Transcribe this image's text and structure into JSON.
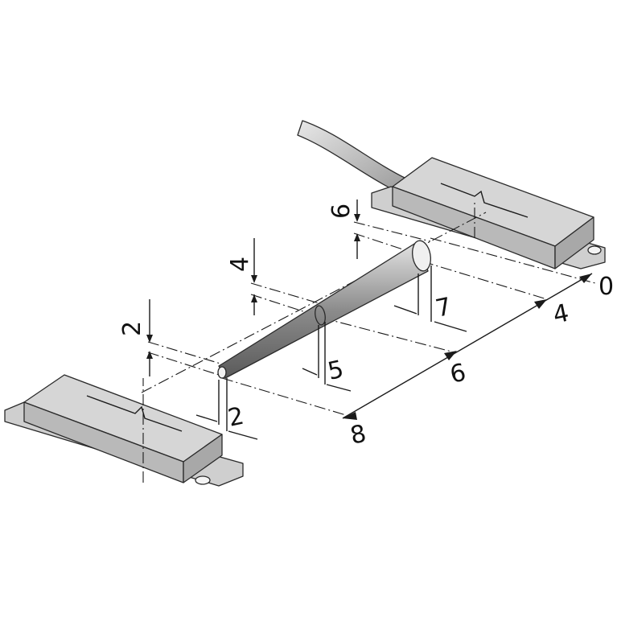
{
  "colors": {
    "line": "#1a1a1a",
    "housing_top": "#d6d6d6",
    "housing_front": "#b9b9b9",
    "housing_side": "#a8a8a8",
    "cable": "#c4c4c4"
  },
  "icons": [
    "sensor-housing-icon",
    "magnet-housing-icon",
    "cable-icon",
    "actuation-cone-icon"
  ],
  "distance_labels": [
    "0",
    "4",
    "6",
    "8"
  ],
  "tolerance_labels": {
    "near": "2",
    "mid": "4",
    "far": "6"
  },
  "width_labels": {
    "near": "2",
    "mid": "5",
    "far": "7"
  }
}
